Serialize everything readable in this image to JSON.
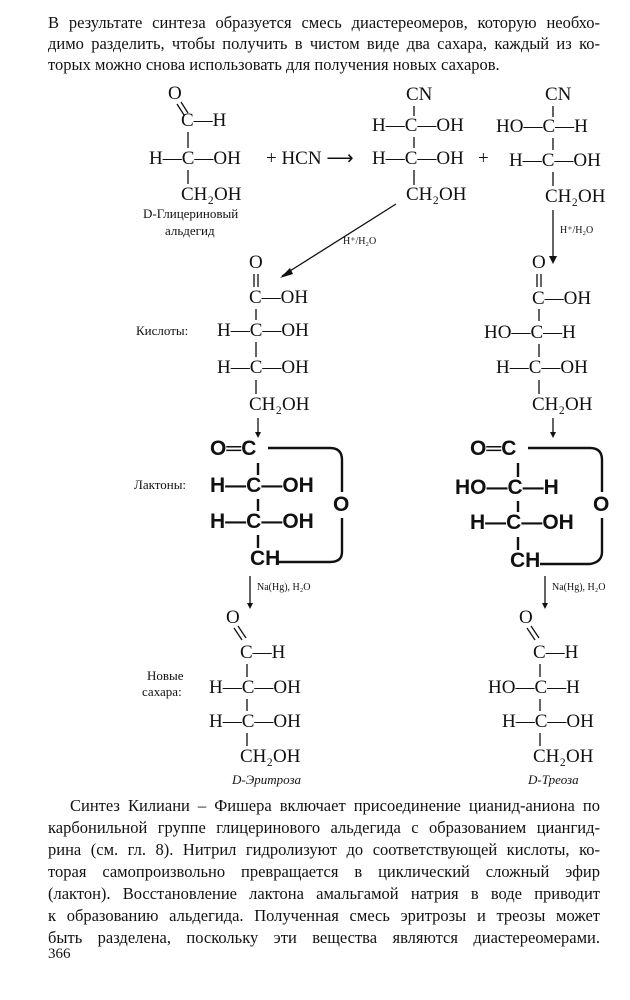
{
  "top_paragraph": [
    "В результате синтеза образуется смесь диастереомеров, которую необхо-",
    "димо разделить, чтобы получить в чистом виде два сахара, каждый из ко-",
    "торых можно снова использовать для получения новых сахаров."
  ],
  "scheme": {
    "glyceraldehyde": {
      "o": "O",
      "c1": "C—H",
      "c2": "H—C—OH",
      "c3": "CH₂OH",
      "label1": "D-Глицериновый",
      "label2": "альдегид"
    },
    "plus_hcn": "+ HCN ⟶",
    "nitrile1": {
      "c0": "CN",
      "c1": "H—C—OH",
      "c2": "H—C—OH",
      "c3": "CH₂OH"
    },
    "plus": "+",
    "nitrile2": {
      "c0": "CN",
      "c1": "HO—C—H",
      "c2": "H—C—OH",
      "c3": "CH₂OH"
    },
    "hydrolysis": "H⁺/H₂O",
    "acids_label": "Кислоты:",
    "acid1": {
      "o": "O",
      "c1": "C—OH",
      "c2": "H—C—OH",
      "c3": "H—C—OH",
      "c4": "CH₂OH"
    },
    "acid2": {
      "o": "O",
      "c1": "C—OH",
      "c2": "HO—C—H",
      "c3": "H—C—OH",
      "c4": "CH₂OH"
    },
    "lactones_label": "Лактоны:",
    "lactone1": {
      "c1": "O═C",
      "c2": "H—C—OH",
      "c3": "H—C—OH",
      "c4": "CH",
      "ring_o": "O"
    },
    "lactone2": {
      "c1": "O═C",
      "c2": "HO—C—H",
      "c3": "H—C—OH",
      "c4": "CH",
      "ring_o": "O"
    },
    "reduction": "Na(Hg), H₂O",
    "sugars_label1": "Новые",
    "sugars_label2": "сахара:",
    "sugar1": {
      "o": "O",
      "c1": "C—H",
      "c2": "H—C—OH",
      "c3": "H—C—OH",
      "c4": "CH₂OH",
      "name": "D-Эритроза"
    },
    "sugar2": {
      "o": "O",
      "c1": "C—H",
      "c2": "HO—C—H",
      "c3": "H—C—OH",
      "c4": "CH₂OH",
      "name": "D-Треоза"
    }
  },
  "bottom_paragraph": [
    "Синтез Килиани – Фишера включает присоединение цианид-аниона по",
    "карбонильной группе глицеринового альдегида с образованием циангид-",
    "рина (см. гл. 8). Нитрил гидролизуют до соответствующей кислоты, ко-",
    "торая самопроизвольно превращается в циклический сложный эфир",
    "(лактон). Восстановление лактона амальгамой натрия в воде приводит",
    "к образованию альдегида. Полученная смесь эритрозы и треозы может",
    "быть разделена, поскольку эти вещества являются диастереомерами."
  ],
  "page_number": "366"
}
